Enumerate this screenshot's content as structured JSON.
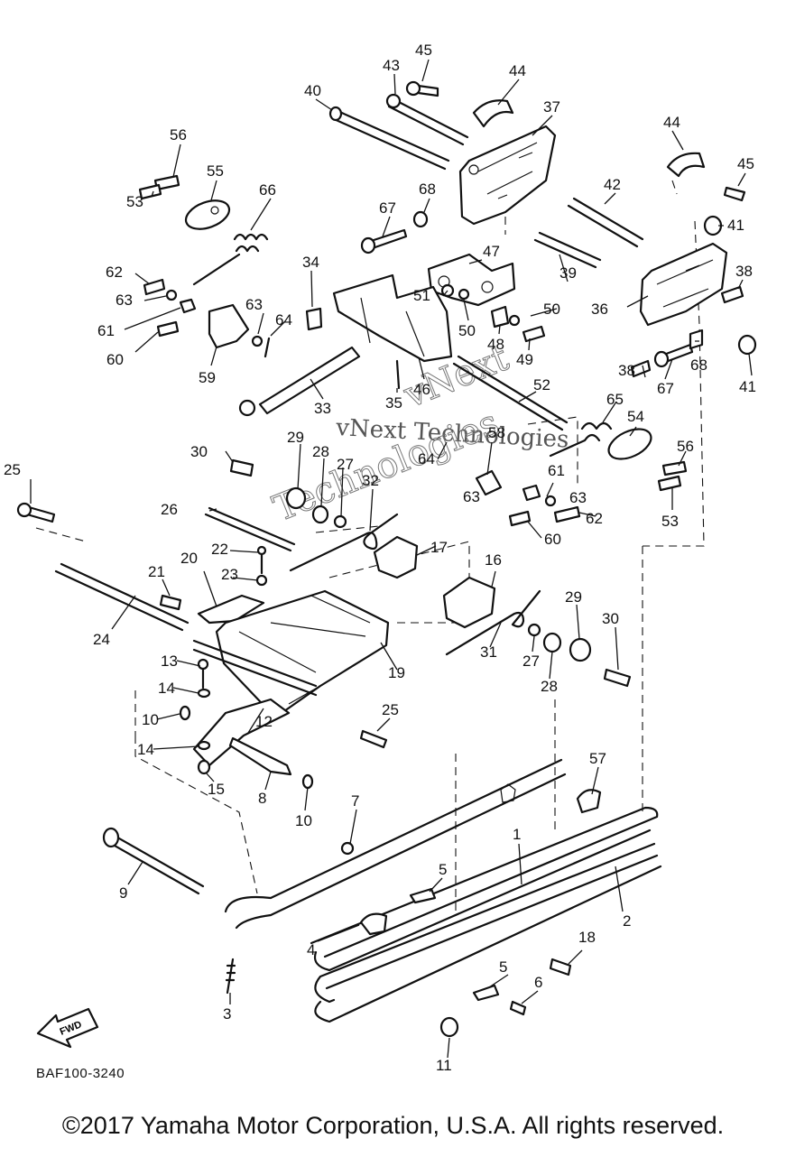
{
  "drawing_code": "BAF100-3240",
  "arrow_label": "FWD",
  "watermark": {
    "line1": "vNext Technologies",
    "line2": "vNext",
    "line3": "Technologies"
  },
  "copyright": "©2017 Yamaha Motor Corporation, U.S.A. All rights reserved.",
  "callouts": [
    "45",
    "43",
    "44",
    "40",
    "37",
    "44",
    "56",
    "55",
    "45",
    "66",
    "68",
    "42",
    "53",
    "67",
    "41",
    "62",
    "34",
    "47",
    "38",
    "63",
    "39",
    "51",
    "50",
    "36",
    "61",
    "63",
    "64",
    "50",
    "60",
    "48",
    "49",
    "59",
    "38",
    "67",
    "68",
    "41",
    "33",
    "46",
    "35",
    "52",
    "65",
    "54",
    "29",
    "58",
    "30",
    "28",
    "27",
    "32",
    "56",
    "25",
    "64",
    "63",
    "61",
    "63",
    "53",
    "26",
    "62",
    "60",
    "22",
    "17",
    "20",
    "16",
    "21",
    "23",
    "29",
    "30",
    "24",
    "19",
    "31",
    "27",
    "28",
    "13",
    "14",
    "25",
    "10",
    "12",
    "14",
    "57",
    "15",
    "8",
    "10",
    "7",
    "9",
    "1",
    "5",
    "2",
    "4",
    "18",
    "5",
    "6",
    "3",
    "11"
  ]
}
